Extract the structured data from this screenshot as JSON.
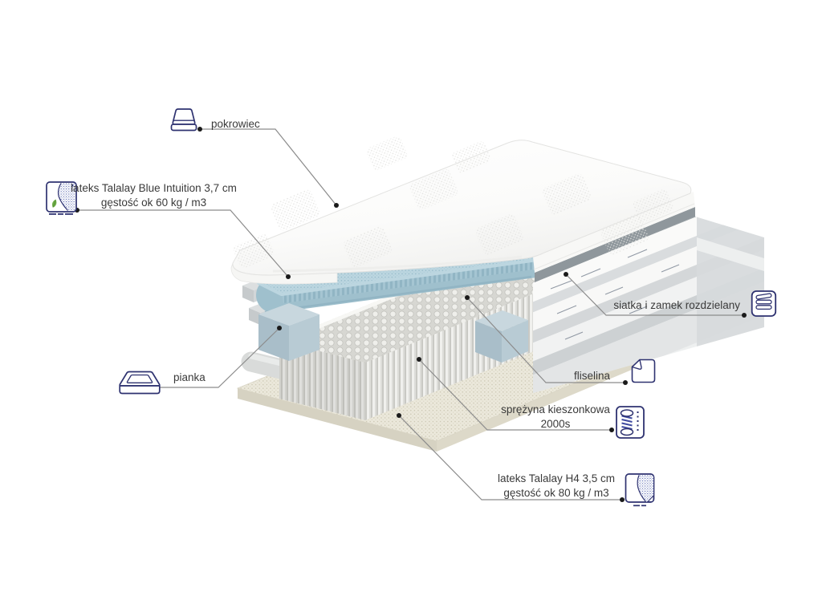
{
  "diagram": {
    "labels": {
      "pokrowiec": {
        "text": "pokrowiec"
      },
      "lateks_blue": {
        "line1": "lateks Talalay Blue Intuition 3,7 cm",
        "line2": "gęstość ok 60 kg / m3"
      },
      "pianka": {
        "text": "pianka"
      },
      "siatka": {
        "text": "siatka i zamek rozdzielany"
      },
      "fliselina": {
        "text": "fliselina"
      },
      "sprezyna": {
        "line1": "sprężyna kieszonkowa",
        "line2": "2000s"
      },
      "lateks_h4": {
        "line1": "lateks Talalay H4 3,5 cm",
        "line2": "gęstość ok 80 kg / m3"
      }
    },
    "icons": {
      "pokrowiec": "mattress-cover-icon",
      "lateks_blue": "latex-layer-leaf-icon",
      "pianka": "foam-frame-icon",
      "siatka": "folded-net-zipper-icon",
      "fliselina": "folded-sheet-icon",
      "sprezyna": "pocket-spring-icon",
      "lateks_h4": "latex-layer-icon"
    },
    "colors": {
      "icon_outline": "#2e3270",
      "leader_line": "#8c8c8c",
      "leader_dot": "#1a1a1a",
      "label_text": "#3a3a3a",
      "latex_blue_layer": "#bcd6e0",
      "foam_block": "#c8d7de",
      "bottom_latex": "#ebe8db",
      "spring_coil_accent": "#3f4aa0",
      "leaf_green": "#6fae47"
    }
  }
}
